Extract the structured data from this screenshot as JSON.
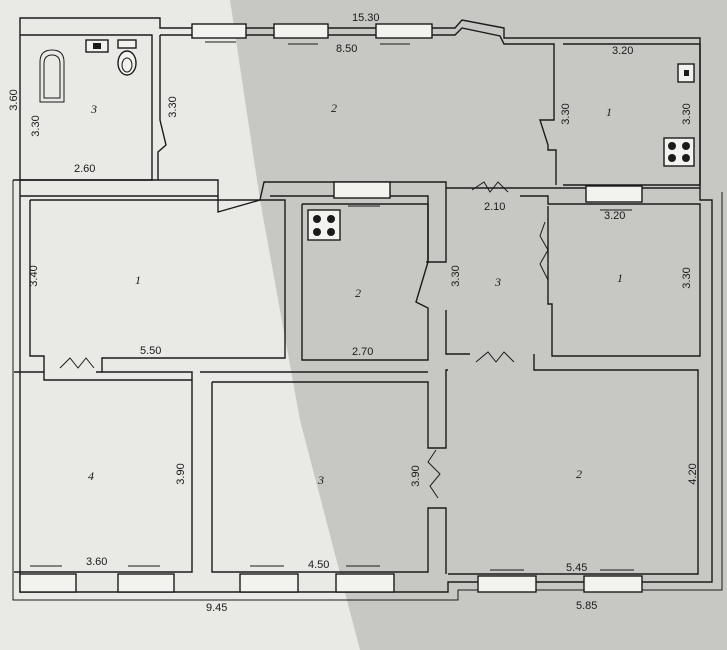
{
  "dimensions": {
    "outer_top_width": "15.30",
    "outer_left_height": "3.60",
    "bottom_left_width": "9.45",
    "bottom_right_width": "5.85",
    "top_hall_width": "8.50",
    "bathroom_height": "3.30",
    "bathroom_width": "2.60",
    "bathroom_door_side": "3.30",
    "top_right_width": "3.20",
    "top_right_height_left": "3.30",
    "top_right_height_right": "3.30",
    "corridor_door": "2.10",
    "mid_right_width": "3.20",
    "mid_right_height": "3.30",
    "corridor_height": "3.30",
    "kitchen_width": "2.70",
    "big_left_height": "3.40",
    "big_left_width": "5.50",
    "bottom_left_height": "3.90",
    "bottom_left_room_width": "3.60",
    "bottom_mid_height": "3.90",
    "bottom_mid_width": "4.50",
    "bottom_right_height": "4.20",
    "bottom_right_room_width": "5.45"
  },
  "rooms": {
    "bathroom": "3",
    "top_hall": "2",
    "top_right": "1",
    "big_left": "1",
    "kitchen": "2",
    "corridor": "3",
    "mid_right": "1",
    "bottom_left": "4",
    "bottom_mid": "3",
    "bottom_right": "2"
  }
}
